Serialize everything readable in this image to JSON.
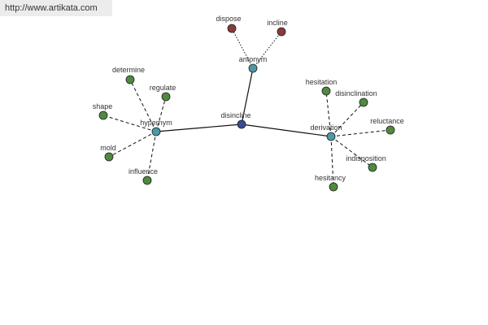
{
  "banner": {
    "url": "http://www.artikata.com"
  },
  "colors": {
    "center": "#3a4a94",
    "hub": "#4a9aa4",
    "hyponym_leaf": "#4f8a3f",
    "antonym_leaf": "#8a3a3a"
  },
  "graph": {
    "center": {
      "label": "disincline"
    },
    "hubs": {
      "hypernym": {
        "label": "hypernym"
      },
      "antonym": {
        "label": "antonym"
      },
      "derivation": {
        "label": "derivation"
      }
    },
    "leaves": {
      "dispose": {
        "label": "dispose"
      },
      "incline": {
        "label": "incline"
      },
      "determine": {
        "label": "determine"
      },
      "regulate": {
        "label": "regulate"
      },
      "shape": {
        "label": "shape"
      },
      "mold": {
        "label": "mold"
      },
      "influence": {
        "label": "influence"
      },
      "hesitation": {
        "label": "hesitation"
      },
      "disinclination": {
        "label": "disinclination"
      },
      "reluctance": {
        "label": "reluctance"
      },
      "indisposition": {
        "label": "indisposition"
      },
      "hesitancy": {
        "label": "hesitancy"
      }
    }
  }
}
